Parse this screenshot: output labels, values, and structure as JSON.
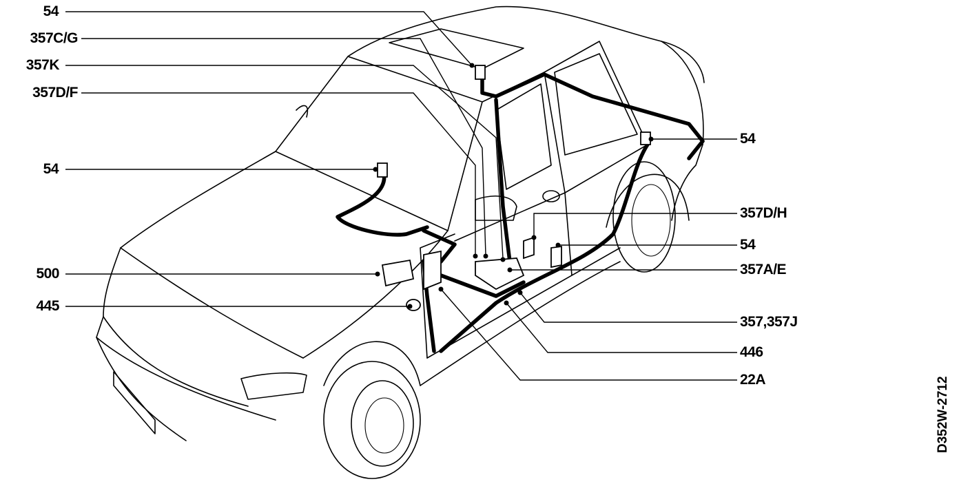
{
  "callouts_left": [
    "54",
    "357C/G",
    "357K",
    "357D/F",
    "54",
    "500",
    "445"
  ],
  "callouts_right": [
    "54",
    "357D/H",
    "54",
    "357A/E",
    "357,357J",
    "446",
    "22A"
  ],
  "document_id": "D352W-2712"
}
